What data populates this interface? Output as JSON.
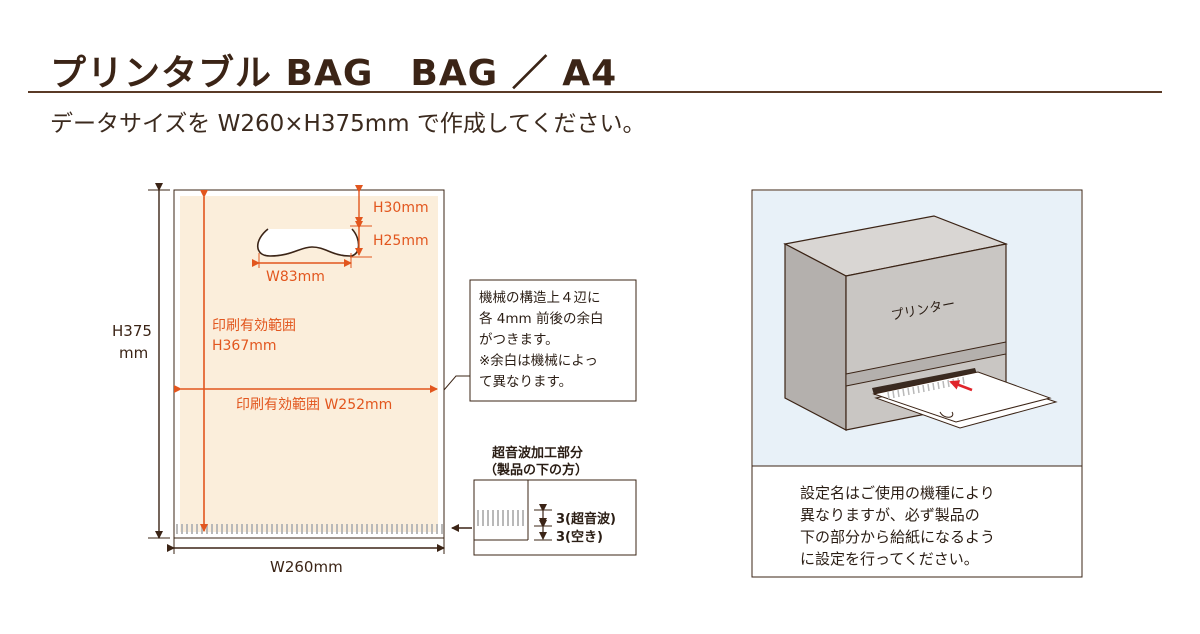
{
  "header": {
    "title": "プリンタブル BAG　BAG ／ A4",
    "subtitle": "データサイズを W260×H375mm で作成してください。"
  },
  "bag": {
    "height_label_value": "H375",
    "height_label_unit": "mm",
    "width_label": "W260mm",
    "handle_height_top": "H30mm",
    "handle_height": "H25mm",
    "handle_width": "W83mm",
    "print_area_height_line1": "印刷有効範囲",
    "print_area_height_line2": "H367mm",
    "print_area_width": "印刷有効範囲 W252mm"
  },
  "note": {
    "lines": [
      "機械の構造上４辺に",
      "各 4mm 前後の余白",
      "がつきます。",
      "※余白は機械によっ",
      "て異なります。"
    ]
  },
  "ultrasonic": {
    "title_line1": "超音波加工部分",
    "title_line2": "（製品の下の方）",
    "dim1": "3(超音波)",
    "dim2": "3(空き)"
  },
  "printer_panel": {
    "printer_label": "プリンター",
    "caption_lines": [
      "設定名はご使用の機種により",
      "異なりますが、必ず製品の",
      "下の部分から給紙になるよう",
      "に設定を行ってください。"
    ]
  },
  "colors": {
    "brown": "#3b2416",
    "orange": "#e2561e",
    "print_area": "#fbeedb",
    "panel_bg": "#e8f1f8",
    "printer_gray": "#c9c6c3"
  }
}
